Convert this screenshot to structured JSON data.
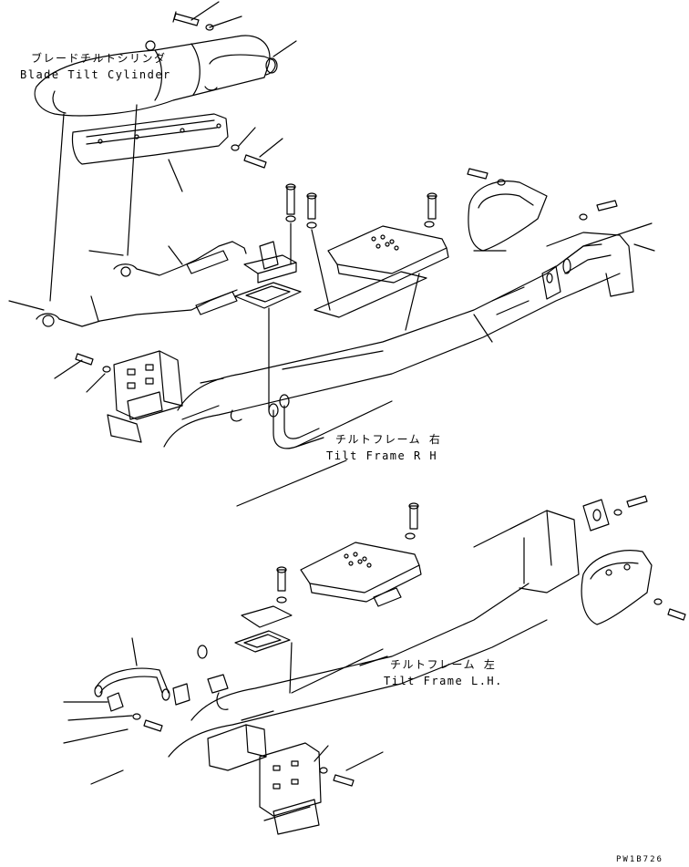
{
  "labels": {
    "blade_tilt_cylinder_jp": "ブレードチルトシリンダ",
    "blade_tilt_cylinder_en": "Blade Tilt Cylinder",
    "tilt_frame_rh_jp": "チルトフレーム 右",
    "tilt_frame_rh_en": "Tilt Frame R H",
    "tilt_frame_lh_jp": "チルトフレーム 左",
    "tilt_frame_lh_en": "Tilt Frame L.H."
  },
  "drawing_code": "PW1B726"
}
